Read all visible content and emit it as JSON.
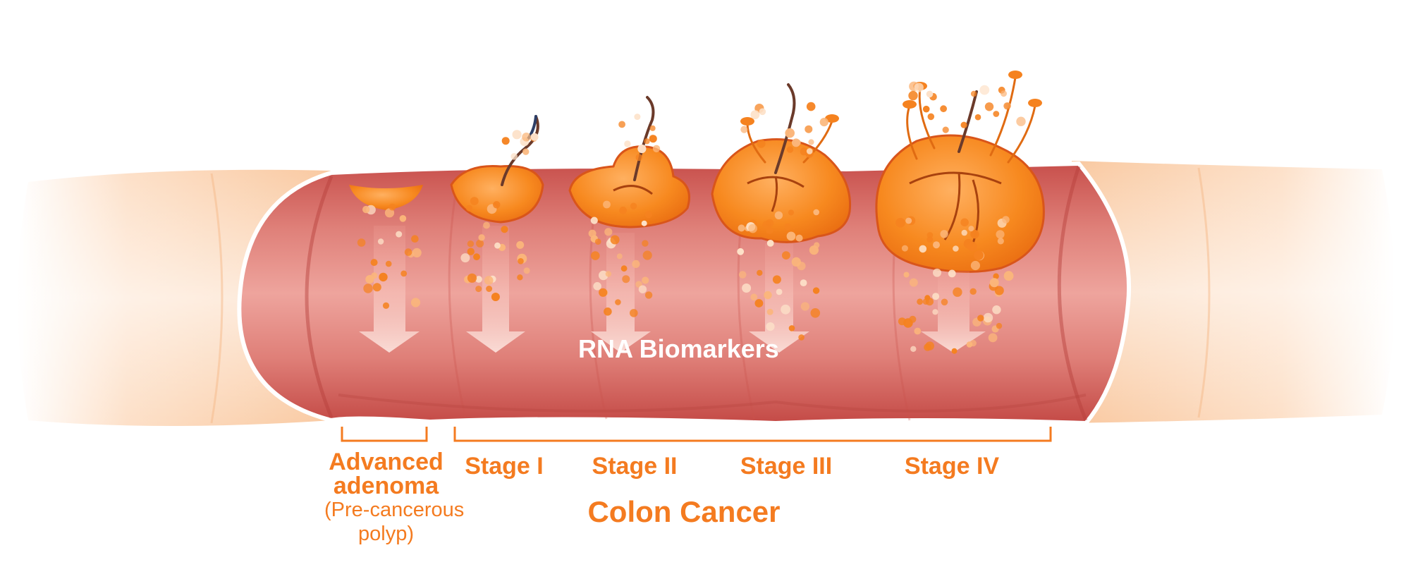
{
  "diagram": {
    "center_label": "RNA Biomarkers",
    "group_label": "Colon Cancer",
    "adenoma": {
      "title_line1": "Advanced",
      "title_line2": "adenoma",
      "sub_line1": "(Pre-cancerous",
      "sub_line2": "polyp)"
    },
    "stages": [
      "Stage I",
      "Stage II",
      "Stage III",
      "Stage IV"
    ],
    "colors": {
      "accent": "#f47b20",
      "tumor": "#f58220",
      "colon_wall": "#d86e68",
      "colon_outer": "#fbd3b0",
      "arrow": "#f7c6bd"
    }
  }
}
